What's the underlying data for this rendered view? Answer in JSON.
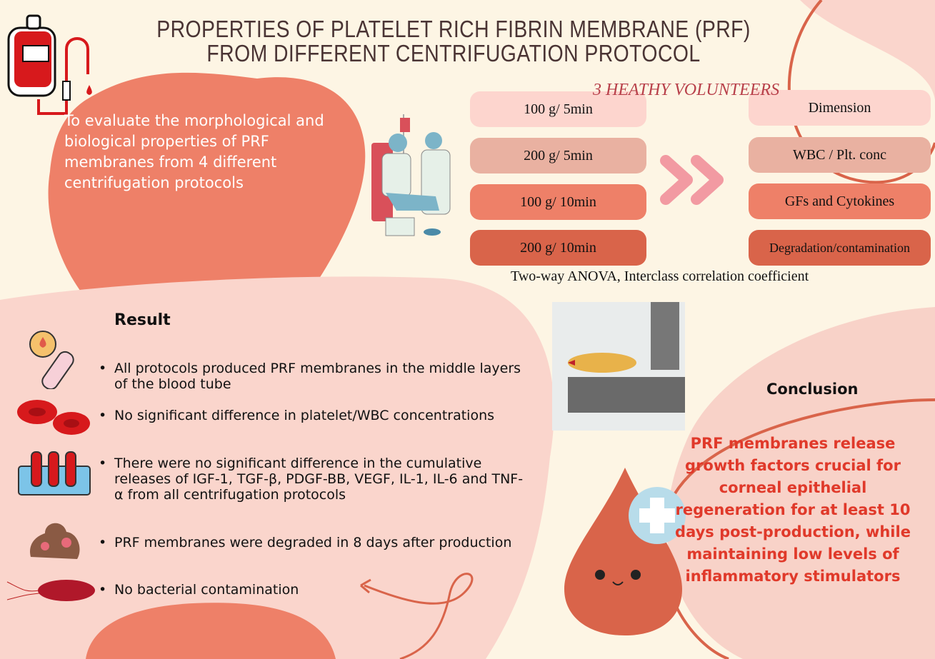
{
  "title": "PROPERTIES OF PLATELET RICH FIBRIN MEMBRANE (PRF) FROM DIFFERENT CENTRIFUGATION PROTOCOL",
  "aim": "To evaluate the morphological and biological properties of PRF membranes  from 4 different centrifugation protocols",
  "methods": {
    "subjects": "3 HEATHY VOLUNTEERS",
    "protocols": [
      "100 g/ 5min",
      "200 g/ 5min",
      "100 g/ 10min",
      "200 g/ 10min"
    ],
    "outcomes": [
      "Dimension",
      "WBC / Plt. conc",
      "GFs and Cytokines",
      "Degradation/contamination"
    ],
    "statistics": "Two-way ANOVA, Interclass correlation coefficient"
  },
  "result": {
    "title": "Result",
    "items": [
      "All protocols produced PRF membranes in the middle layers of the blood tube",
      "No significant difference in platelet/WBC concentrations",
      "There were no significant difference in the cumulative releases of IGF-1, TGF-β, PDGF-BB, VEGF, IL-1, IL-6 and TNF-α from all centrifugation protocols",
      "PRF membranes were degraded in 8 days after production",
      "No bacterial contamination"
    ]
  },
  "conclusion": {
    "title": "Conclusion",
    "text": "PRF membranes release growth factors crucial for corneal epithelial regeneration for at least 10 days post-production, while maintaining low levels of inflammatory stimulators"
  },
  "colors": {
    "background": "#fdf5e4",
    "coral": "#ee8068",
    "light_pink": "#fad5cc",
    "dark_coral": "#d9644a",
    "accent_red": "#e0392a"
  }
}
